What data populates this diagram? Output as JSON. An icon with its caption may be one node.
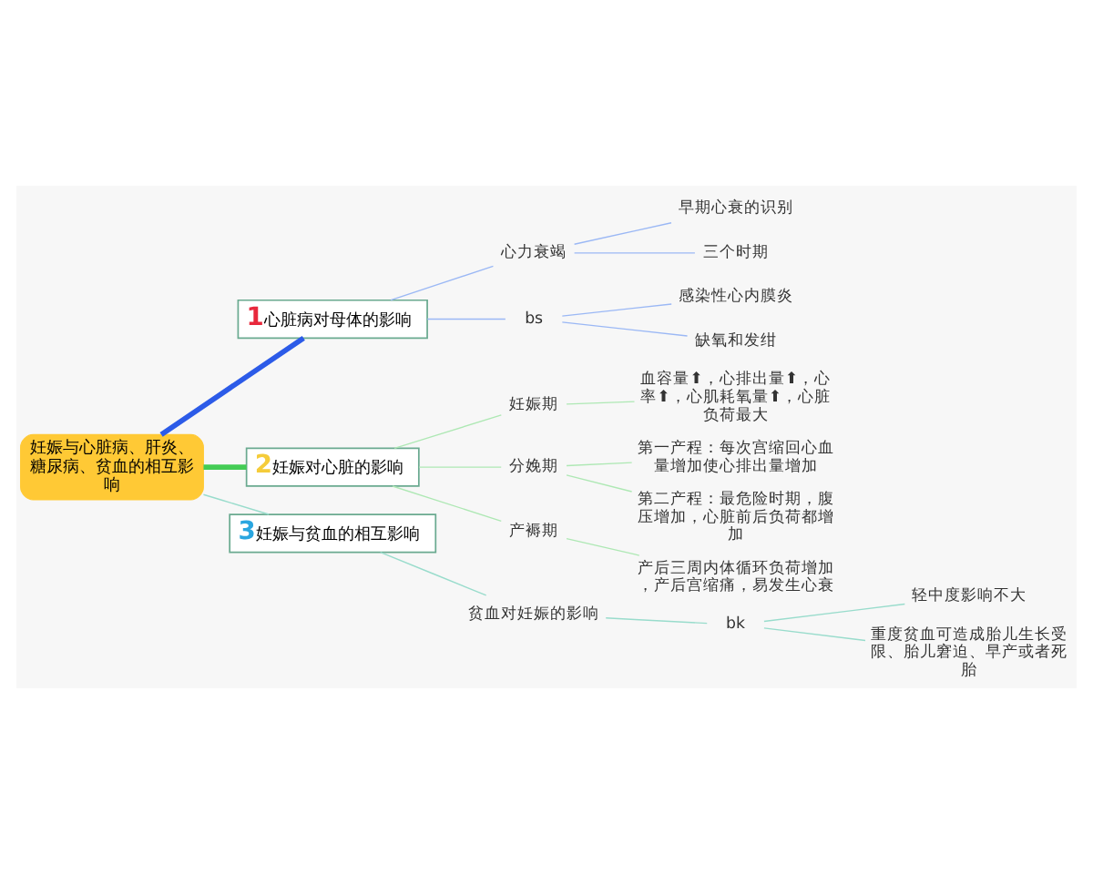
{
  "diagram": {
    "nodes": [
      {
        "text": [
          "妊娠与心脏病、肝炎、糖尿病、贫血的相互影响"
        ]
      },
      {
        "text": [
          "1",
          "心脏病对母体的影响"
        ]
      },
      {
        "text": [
          "心力衰竭"
        ]
      },
      {
        "text": [
          "早期心衰的识别"
        ]
      },
      {
        "text": [
          "三个时期"
        ]
      },
      {
        "text": [
          "bs"
        ]
      },
      {
        "text": [
          "感染性心内膜炎"
        ]
      },
      {
        "text": [
          "缺氧和发绀"
        ]
      },
      {
        "text": [
          "2",
          "妊娠对心脏的影响"
        ]
      },
      {
        "text": [
          "妊娠期"
        ]
      },
      {
        "text": [
          "血容量⬆，心排出量⬆，心率⬆，心肌耗氧量⬆，心脏负荷最大"
        ]
      },
      {
        "text": [
          "分娩期"
        ]
      },
      {
        "text": [
          "第一产程：每次宫缩回心血量增加使心排出量增加"
        ]
      },
      {
        "text": [
          "第二产程：最危险时期，腹压增加，心脏前后负荷都增加"
        ]
      },
      {
        "text": [
          "产褥期"
        ]
      },
      {
        "text": [
          "产后三周内体循环负荷增加，产后宫缩痛，易发生心衰"
        ]
      },
      {
        "text": [
          "3",
          "妊娠与贫血的相互影响"
        ]
      },
      {
        "text": [
          "贫血对妊娠的影响"
        ]
      },
      {
        "text": [
          "bk"
        ]
      },
      {
        "text": [
          "轻中度影响不大"
        ]
      },
      {
        "text": [
          "重度贫血可造成胎儿生长受限、胎儿窘迫、早产或者死胎"
        ]
      }
    ],
    "edges": [
      {
        "from": 0,
        "to": 1,
        "arrow": "none",
        "style": "thick",
        "color": "#2c5be8"
      },
      {
        "from": 1,
        "to": 2,
        "arrow": "none",
        "color": "#9bb8f5"
      },
      {
        "from": 2,
        "to": 3,
        "arrow": "none",
        "color": "#9bb8f5"
      },
      {
        "from": 2,
        "to": 4,
        "arrow": "none",
        "color": "#9bb8f5"
      },
      {
        "from": 1,
        "to": 5,
        "arrow": "none",
        "color": "#9bb8f5"
      },
      {
        "from": 5,
        "to": 6,
        "arrow": "none",
        "color": "#9bb8f5"
      },
      {
        "from": 5,
        "to": 7,
        "arrow": "none",
        "color": "#9bb8f5"
      },
      {
        "from": 0,
        "to": 8,
        "arrow": "none",
        "style": "thick",
        "color": "#44cc55"
      },
      {
        "from": 8,
        "to": 9,
        "arrow": "none",
        "color": "#aee8b4"
      },
      {
        "from": 9,
        "to": 10,
        "arrow": "none",
        "color": "#aee8b4"
      },
      {
        "from": 8,
        "to": 11,
        "arrow": "none",
        "color": "#aee8b4"
      },
      {
        "from": 11,
        "to": 12,
        "arrow": "none",
        "color": "#aee8b4"
      },
      {
        "from": 11,
        "to": 13,
        "arrow": "none",
        "color": "#aee8b4"
      },
      {
        "from": 8,
        "to": 14,
        "arrow": "none",
        "color": "#aee8b4"
      },
      {
        "from": 14,
        "to": 15,
        "arrow": "none",
        "color": "#aee8b4"
      },
      {
        "from": 0,
        "to": 16,
        "arrow": "none",
        "color": "#99dccc"
      },
      {
        "from": 16,
        "to": 17,
        "arrow": "none",
        "color": "#99dccc"
      },
      {
        "from": 17,
        "to": 18,
        "arrow": "none",
        "color": "#99dccc"
      },
      {
        "from": 18,
        "to": 19,
        "arrow": "none",
        "color": "#99dccc"
      },
      {
        "from": 18,
        "to": 20,
        "arrow": "none",
        "color": "#99dccc"
      }
    ]
  }
}
